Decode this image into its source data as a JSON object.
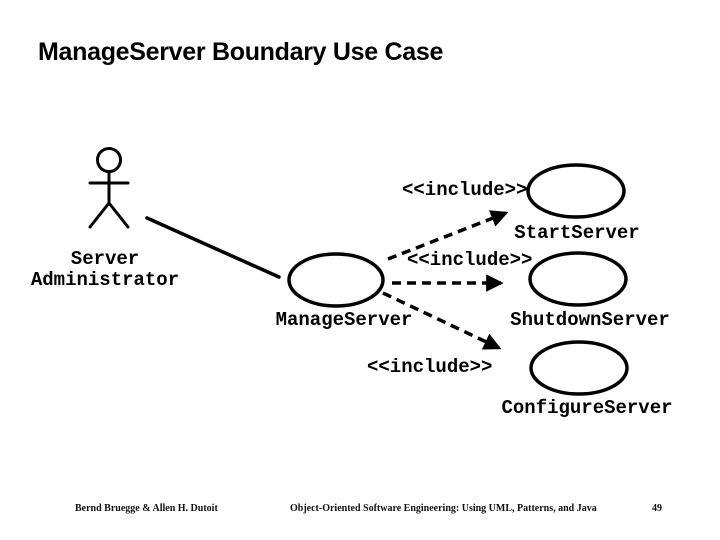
{
  "title": "ManageServer Boundary Use Case",
  "diagram": {
    "type": "uml-use-case",
    "actor": {
      "label_line1": "Server",
      "label_line2": "Administrator"
    },
    "use_cases": [
      {
        "id": "manage",
        "label": "ManageServer"
      },
      {
        "id": "start",
        "label": "StartServer"
      },
      {
        "id": "shutdown",
        "label": "ShutdownServer"
      },
      {
        "id": "configure",
        "label": "ConfigureServer"
      }
    ],
    "relationships": [
      {
        "from": "ManageServer",
        "to": "StartServer",
        "stereotype": "<<include>>",
        "style": "dashed-arrow"
      },
      {
        "from": "ManageServer",
        "to": "ShutdownServer",
        "stereotype": "<<include>>",
        "style": "dashed-arrow"
      },
      {
        "from": "ManageServer",
        "to": "ConfigureServer",
        "stereotype": "<<include>>",
        "style": "dashed-arrow"
      },
      {
        "from": "Server Administrator",
        "to": "ManageServer",
        "stereotype": "",
        "style": "solid-line"
      }
    ]
  },
  "footer": {
    "authors": "Bernd Bruegge & Allen H. Dutoit",
    "book_title": "Object-Oriented Software Engineering: Using UML, Patterns, and Java",
    "page_number": "49"
  },
  "colors": {
    "ink": "#000000",
    "background": "#ffffff"
  }
}
